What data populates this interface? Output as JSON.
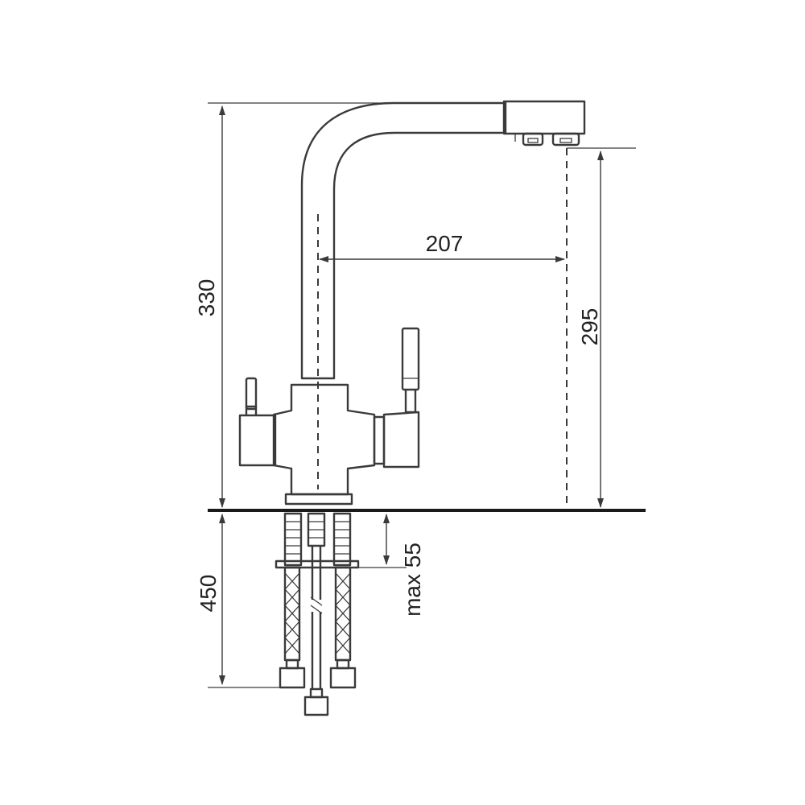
{
  "dimensions": {
    "total_height": "330",
    "spout_height": "295",
    "spout_reach": "207",
    "hose_length": "450",
    "max_thickness": "max 55"
  }
}
